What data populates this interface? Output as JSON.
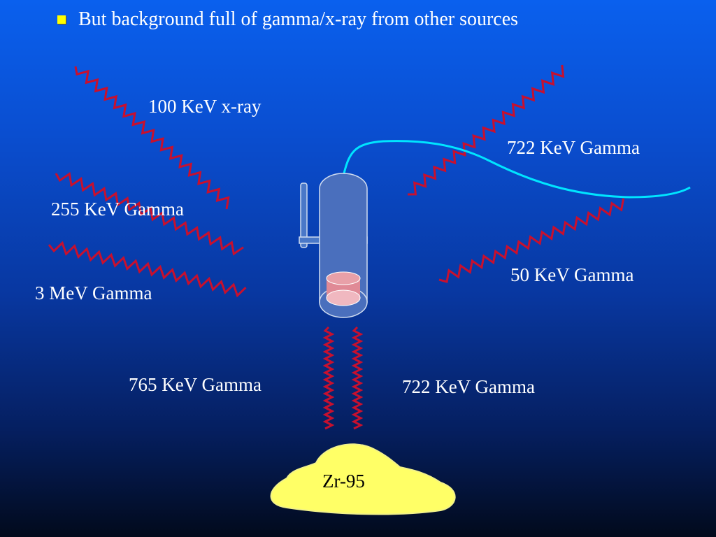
{
  "bullet": {
    "text": "But background full of gamma/x-ray from other sources",
    "marker_color": "#ffff00"
  },
  "labels": {
    "xray_100kev": "100 KeV x-ray",
    "gamma_722_upper": "722 KeV Gamma",
    "gamma_255": "255 KeV Gamma",
    "gamma_50": "50 KeV Gamma",
    "gamma_3mev": "3 MeV Gamma",
    "gamma_765": "765 KeV Gamma",
    "gamma_722_lower": "722 KeV Gamma"
  },
  "source": {
    "label": "Zr-95",
    "color": "#ffff66"
  },
  "colors": {
    "wave": "#c8102e",
    "cable": "#00e5ff",
    "detector": "#4a78c8",
    "crystal": "#e8a0a8"
  }
}
